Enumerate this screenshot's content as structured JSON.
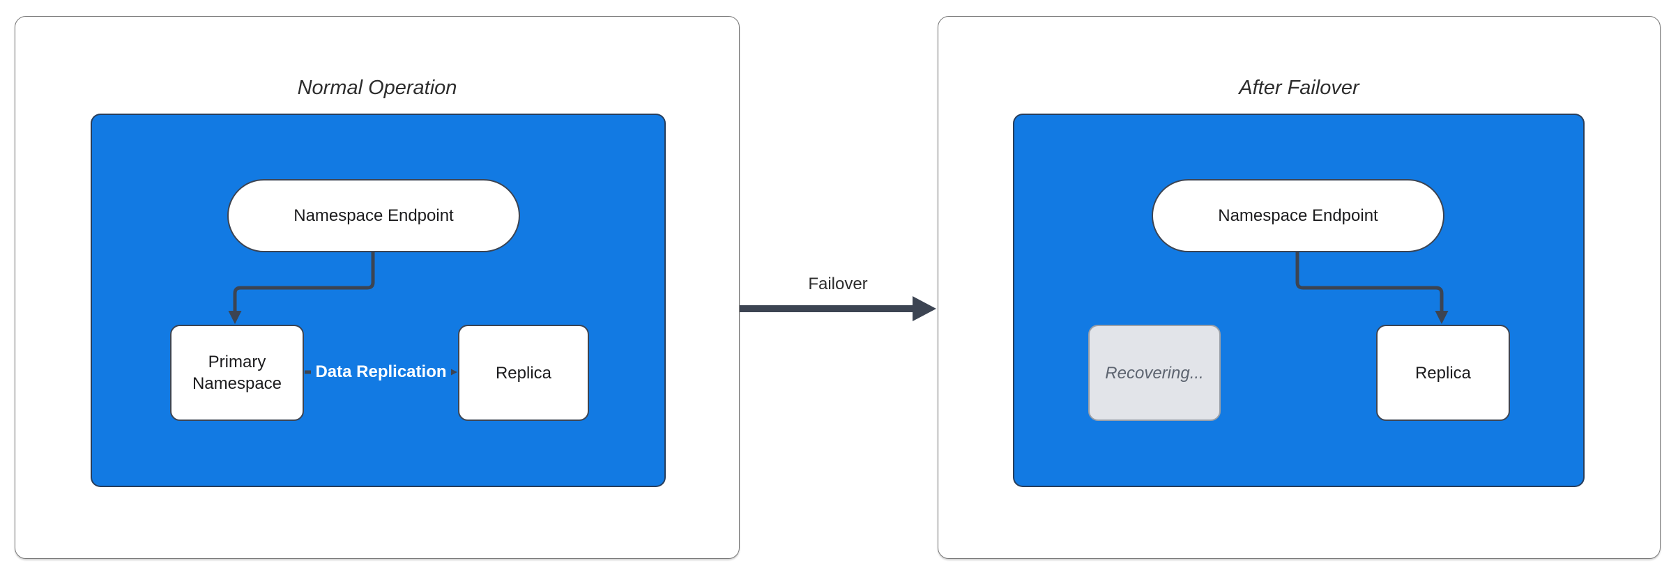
{
  "colors": {
    "blue": "#127ae3",
    "slate": "#3c4452",
    "panel-border": "#787878",
    "node-border": "#3c4452",
    "node-text": "#1c1c1e",
    "title-text": "#2d2d2d",
    "edge-label-text": "#ffffff",
    "recovering-bg": "#e2e4e9",
    "recovering-border": "#999fa8",
    "recovering-text": "#5d6470"
  },
  "panels": {
    "normal": {
      "title": "Normal Operation",
      "endpoint": "Namespace Endpoint",
      "primary": "Primary Namespace",
      "replica": "Replica",
      "replication_label": "Data Replication"
    },
    "after": {
      "title": "After Failover",
      "endpoint": "Namespace Endpoint",
      "recovering": "Recovering...",
      "replica": "Replica"
    }
  },
  "transition": {
    "label": "Failover"
  }
}
